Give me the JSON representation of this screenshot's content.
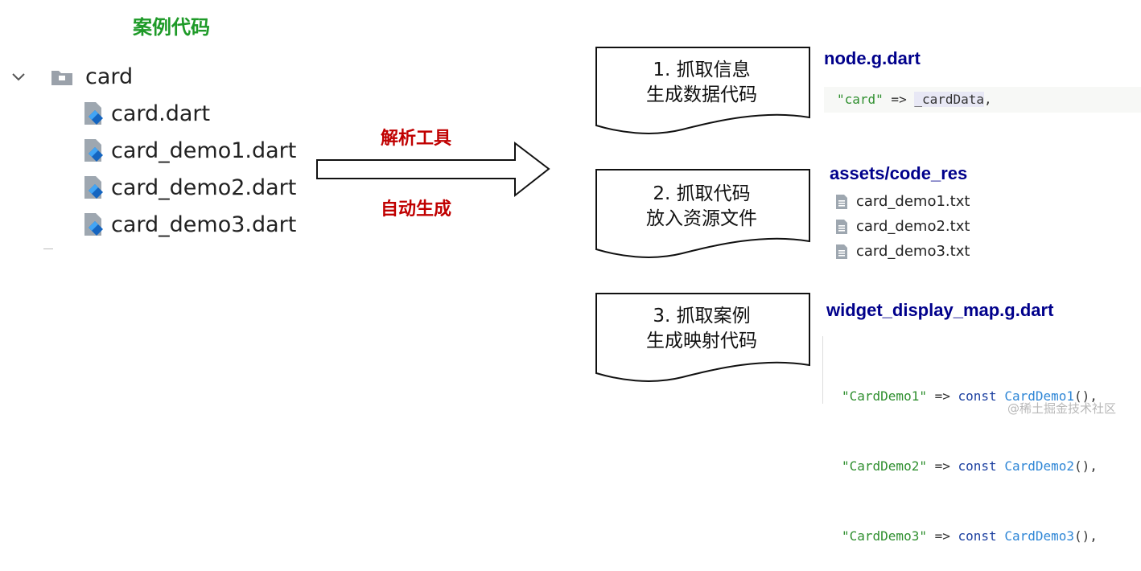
{
  "left": {
    "heading": "案例代码",
    "folder_name": "card",
    "files": [
      "card.dart",
      "card_demo1.dart",
      "card_demo2.dart",
      "card_demo3.dart"
    ]
  },
  "arrow": {
    "top_label": "解析工具",
    "bottom_label": "自动生成"
  },
  "steps": [
    {
      "line1": "1. 抓取信息",
      "line2": "生成数据代码"
    },
    {
      "line1": "2. 抓取代码",
      "line2": "放入资源文件"
    },
    {
      "line1": "3. 抓取案例",
      "line2": "生成映射代码"
    }
  ],
  "outputs": {
    "node": {
      "heading": "node.g.dart",
      "code": {
        "key": "\"card\"",
        "arrow": " => ",
        "value": "_cardData",
        "tail": ","
      }
    },
    "assets": {
      "heading": "assets/code_res",
      "files": [
        "card_demo1.txt",
        "card_demo2.txt",
        "card_demo3.txt"
      ]
    },
    "map": {
      "heading": "widget_display_map.g.dart",
      "lines": [
        {
          "key": "\"CardDemo1\"",
          "arrow": " => ",
          "kw": "const",
          "cls": "CardDemo1",
          "tail": "(),"
        },
        {
          "key": "\"CardDemo2\"",
          "arrow": " => ",
          "kw": "const",
          "cls": "CardDemo2",
          "tail": "(),"
        },
        {
          "key": "\"CardDemo3\"",
          "arrow": " => ",
          "kw": "const",
          "cls": "CardDemo3",
          "tail": "(),"
        }
      ]
    }
  },
  "watermark": "@稀土掘金技术社区",
  "colors": {
    "heading_green": "#1e9a28",
    "label_red": "#c00000",
    "heading_navy": "#00008b",
    "code_string": "#2f8f2f",
    "code_keyword": "#1b3fa0",
    "code_class": "#2e86d6"
  }
}
